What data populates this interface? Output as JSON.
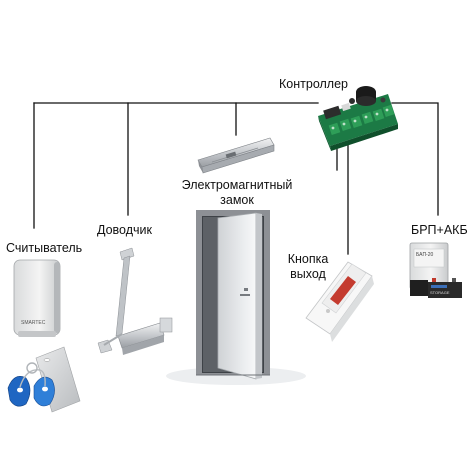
{
  "labels": {
    "controller": "Контроллер",
    "lock_line1": "Электромагнитный",
    "lock_line2": "замок",
    "closer": "Доводчик",
    "reader": "Считыватель",
    "button_line1": "Кнопка",
    "button_line2": "выход",
    "psu": "БРП+АКБ"
  },
  "device_marks": {
    "reader_brand": "SMARTEC",
    "psu_label": "БАП-20",
    "battery_brand": "STORAGE"
  },
  "colors": {
    "wire": "#111111",
    "board": "#1c7a45",
    "terminal": "#2e9e58",
    "door_frame": "#8d9095",
    "door_leaf": "#e4e6e8",
    "metal": "#c9cdd1"
  }
}
